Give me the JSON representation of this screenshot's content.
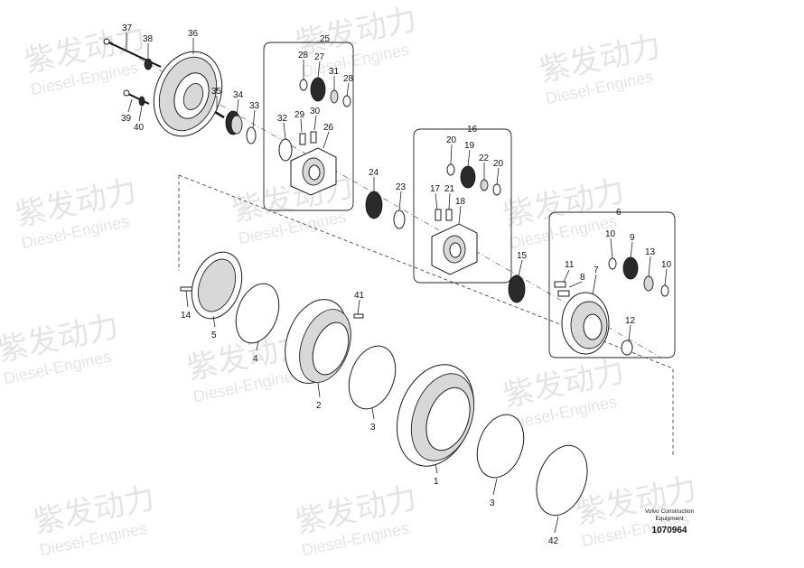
{
  "watermark": {
    "cn": "紫发动力",
    "en": "Diesel-Engines"
  },
  "credit": {
    "line1": "Volvo Construction",
    "line2": "Equipment",
    "drawing_number": "1070964"
  },
  "callouts": {
    "c1": "1",
    "c2": "2",
    "c3a": "3",
    "c3b": "3",
    "c4": "4",
    "c5": "5",
    "c6": "6",
    "c7": "7",
    "c8": "8",
    "c9": "9",
    "c10a": "10",
    "c10b": "10",
    "c11": "11",
    "c12": "12",
    "c13": "13",
    "c14": "14",
    "c15": "15",
    "c16": "16",
    "c17": "17",
    "c18": "18",
    "c19": "19",
    "c20a": "20",
    "c20b": "20",
    "c21": "21",
    "c22": "22",
    "c23": "23",
    "c24": "24",
    "c25": "25",
    "c26": "26",
    "c27": "27",
    "c28a": "28",
    "c28b": "28",
    "c29": "29",
    "c30": "30",
    "c31": "31",
    "c32": "32",
    "c33": "33",
    "c34": "34",
    "c35": "35",
    "c36": "36",
    "c37": "37",
    "c38": "38",
    "c39": "39",
    "c40": "40",
    "c41": "41",
    "c42": "42"
  }
}
